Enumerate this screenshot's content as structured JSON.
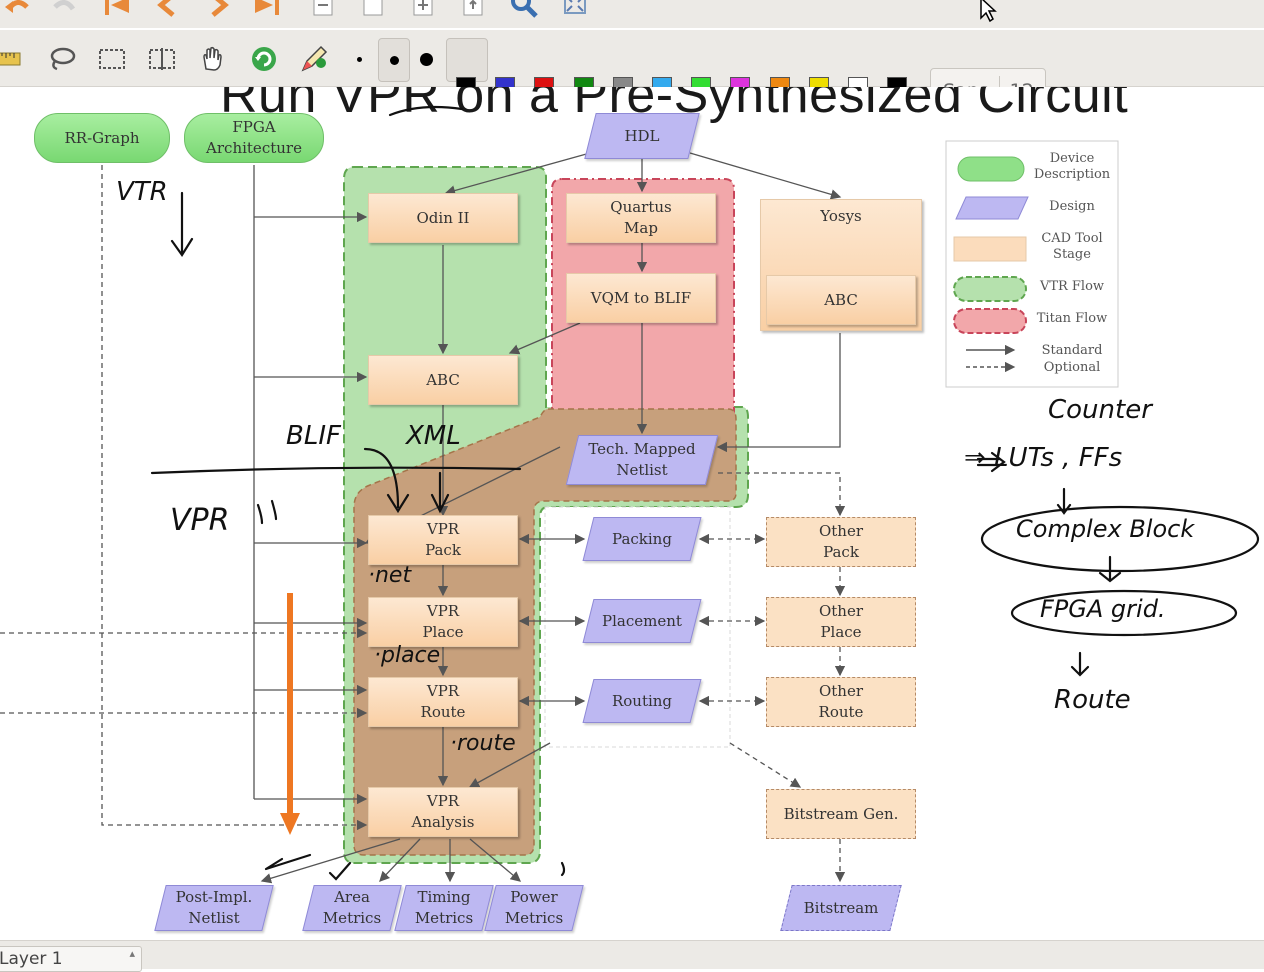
{
  "toolbar_top": {
    "icons": [
      "undo-icon",
      "redo-icon",
      "first-page-icon",
      "prev-page-icon",
      "next-page-icon",
      "last-page-icon",
      "page-delete-icon",
      "page-fit-icon",
      "page-add-icon",
      "page-export-icon",
      "zoom-icon",
      "fullscreen-icon"
    ]
  },
  "toolbar_tools": {
    "icons": [
      "ruler-icon",
      "lasso-icon",
      "rect-select-icon",
      "vertical-space-icon",
      "hand-icon",
      "refresh-icon",
      "pen-tool-icon"
    ],
    "pen_sizes": [
      "fine",
      "medium",
      "thick"
    ],
    "colors": [
      "#000000",
      "#3333cc",
      "#dd1111",
      "#118811",
      "#888888",
      "#33aaee",
      "#33dd33",
      "#dd33dd",
      "#ee8811",
      "#eedd00",
      "#ffffff",
      "#000000"
    ],
    "font_name": "Sans",
    "font_size": "12"
  },
  "slide": {
    "title": "Run VPR on a Pre-Synthesized Circuit",
    "nodes": {
      "rr_graph": "RR-Graph",
      "fpga_arch_1": "FPGA",
      "fpga_arch_2": "Architecture",
      "hdl": "HDL",
      "odin": "Odin II",
      "quartus_1": "Quartus",
      "quartus_2": "Map",
      "yosys": "Yosys",
      "vqm": "VQM to BLIF",
      "abc_left": "ABC",
      "abc_right": "ABC",
      "tech_1": "Tech. Mapped",
      "tech_2": "Netlist",
      "vpr_pack_1": "VPR",
      "vpr_pack_2": "Pack",
      "vpr_place_1": "VPR",
      "vpr_place_2": "Place",
      "vpr_route_1": "VPR",
      "vpr_route_2": "Route",
      "vpr_analysis_1": "VPR",
      "vpr_analysis_2": "Analysis",
      "packing": "Packing",
      "placement": "Placement",
      "routing": "Routing",
      "other_pack_1": "Other",
      "other_pack_2": "Pack",
      "other_place_1": "Other",
      "other_place_2": "Place",
      "other_route_1": "Other",
      "other_route_2": "Route",
      "bitstream_gen": "Bitstream Gen.",
      "bitstream": "Bitstream",
      "post_impl_1": "Post-Impl.",
      "post_impl_2": "Netlist",
      "area_1": "Area",
      "area_2": "Metrics",
      "timing_1": "Timing",
      "timing_2": "Metrics",
      "power_1": "Power",
      "power_2": "Metrics"
    },
    "legend": {
      "device_1": "Device",
      "device_2": "Description",
      "design": "Design",
      "cad_1": "CAD Tool",
      "cad_2": "Stage",
      "vtr": "VTR Flow",
      "titan": "Titan Flow",
      "standard": "Standard",
      "optional": "Optional"
    },
    "handwritten": {
      "vtr": "VTR",
      "blif": "BLIF",
      "xml": "XML",
      "vpr": "VPR",
      "net": "·net",
      "place": "·place",
      "route": "·route",
      "counter": "Counter",
      "luts": "⇒ LUTs , FFs",
      "complex_block": "Complex Block",
      "fpga_grid": "FPGA grid.",
      "route_note": "Route"
    },
    "colors": {
      "vtr_flow": "#a5dc9c",
      "titan_flow": "#f2a3a6",
      "merged_flow": "#c79c77",
      "orange_arrow": "#ee7722"
    }
  },
  "statusbar": {
    "layer": "Layer 1"
  }
}
